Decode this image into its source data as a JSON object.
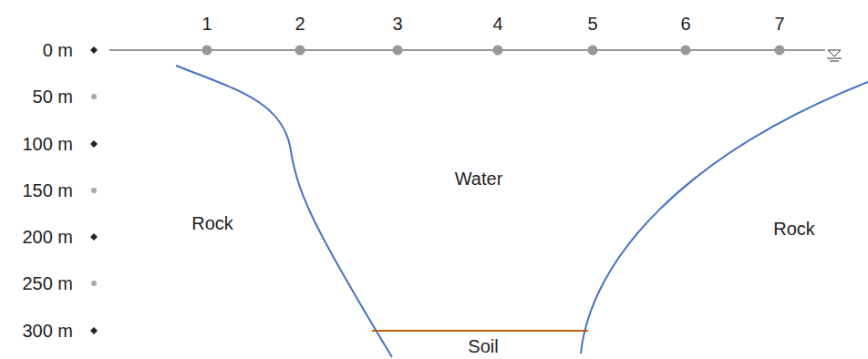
{
  "diagram": {
    "labels": [
      "0 m",
      "50 m",
      "100 m",
      "150 m",
      "200 m",
      "250 m",
      "300 m",
      "1",
      "2",
      "3",
      "4",
      "5",
      "6",
      "7",
      "Water",
      "Rock",
      "Rock",
      "Soil"
    ]
  }
}
